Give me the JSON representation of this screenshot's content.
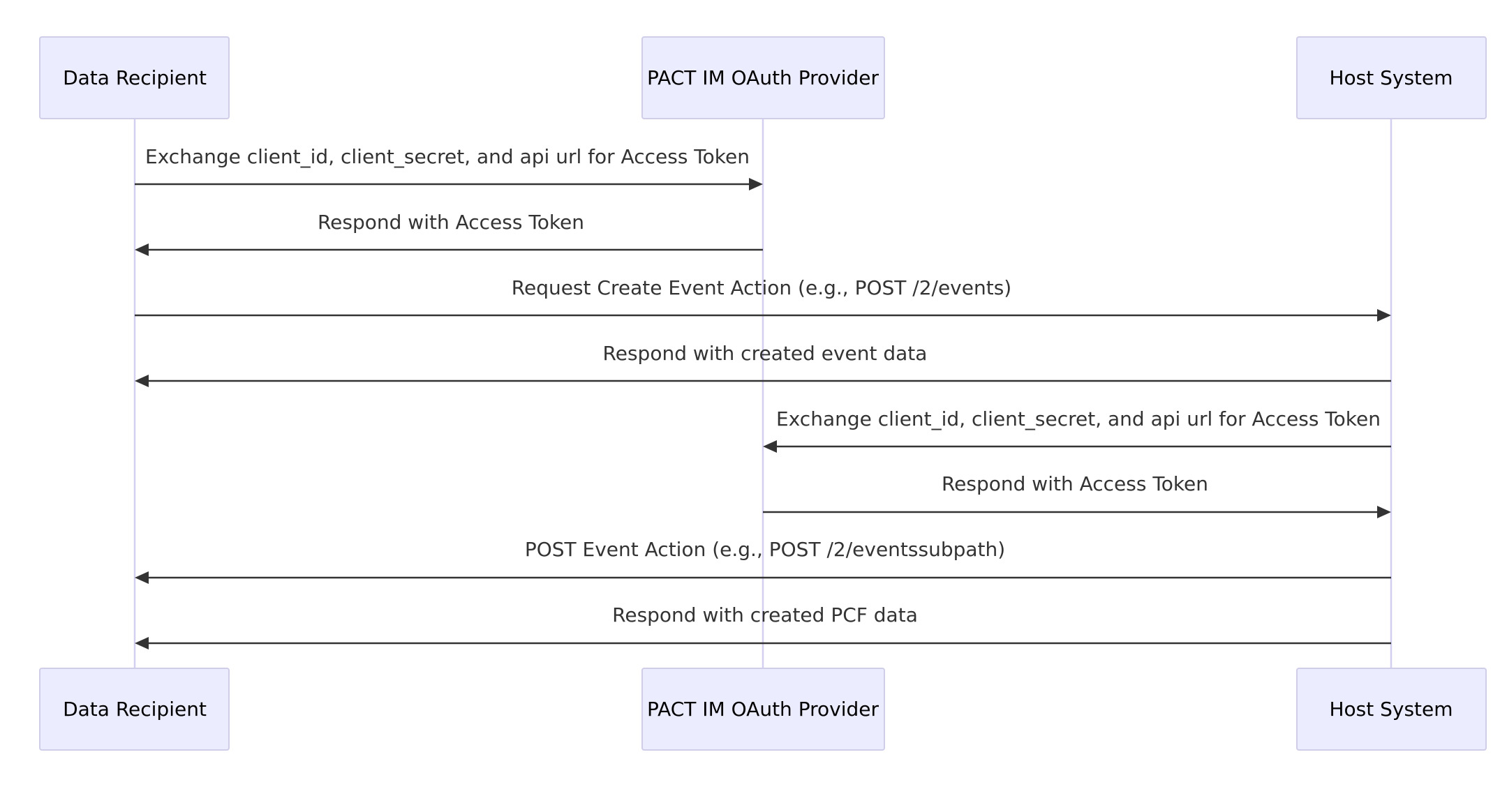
{
  "participants": [
    {
      "id": "dr",
      "label": "Data Recipient"
    },
    {
      "id": "oauth",
      "label": "PACT IM OAuth Provider"
    },
    {
      "id": "host",
      "label": "Host System"
    }
  ],
  "messages": [
    {
      "from": "dr",
      "to": "oauth",
      "label": "Exchange client_id, client_secret, and api url for Access Token"
    },
    {
      "from": "oauth",
      "to": "dr",
      "label": "Respond with Access Token"
    },
    {
      "from": "dr",
      "to": "host",
      "label": "Request Create Event Action (e.g., POST /2/events)"
    },
    {
      "from": "host",
      "to": "dr",
      "label": "Respond with created event data"
    },
    {
      "from": "host",
      "to": "oauth",
      "label": "Exchange client_id, client_secret, and api url for Access Token"
    },
    {
      "from": "oauth",
      "to": "host",
      "label": "Respond with Access Token"
    },
    {
      "from": "host",
      "to": "dr",
      "label": "POST Event Action (e.g., POST /2/eventssubpath)"
    },
    {
      "from": "host",
      "to": "dr",
      "label": "Respond with created PCF data"
    }
  ],
  "colors": {
    "actor_fill": "#ececff",
    "actor_stroke": "#cfcde8",
    "lifeline": "#d3cff0",
    "message": "#333333"
  }
}
